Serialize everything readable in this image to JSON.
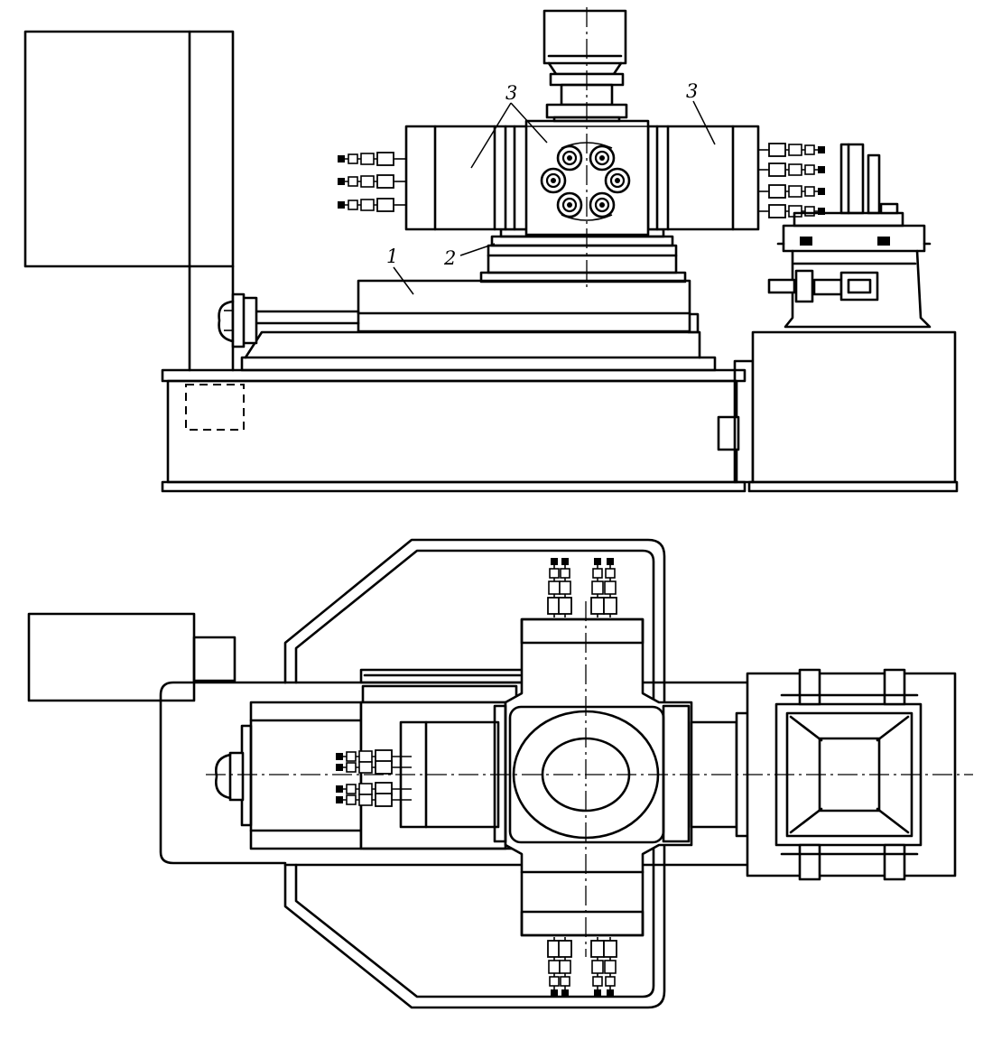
{
  "figure": {
    "labels": {
      "label_1": "1",
      "label_2": "2",
      "label_3_left": "3",
      "label_3_right": "3"
    }
  }
}
